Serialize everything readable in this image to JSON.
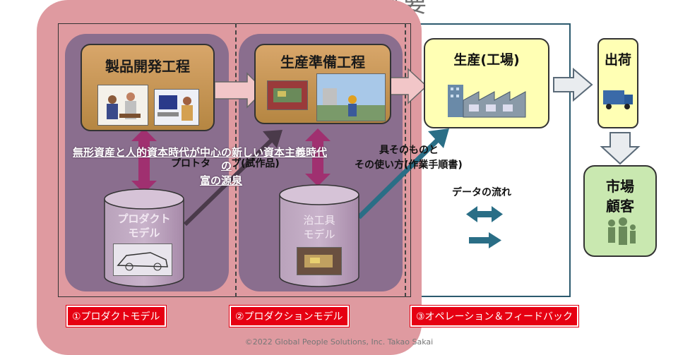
{
  "title": "産業構造の概要",
  "processes": {
    "product_dev": "製品開発工程",
    "production_prep": "生産準備工程",
    "factory": "生産(工場)",
    "shipping": "出荷",
    "market": "市場\n顧客"
  },
  "overlay": {
    "line1": "無形資産と人的資本時代が中心の新しい資本主義時代",
    "line2": "の",
    "line3": "富の源泉"
  },
  "annotations": {
    "prototype": "プロトタ",
    "prototype_suffix": "プ(試作品)",
    "tool_line1": "具そのものと",
    "tool_line2": "その使い方(作業手順書)",
    "data_flow": "データの流れ"
  },
  "databases": {
    "product_model_l1": "プロダクト",
    "product_model_l2": "モデル",
    "tool_model_l1": "治工具",
    "tool_model_l2": "モデル"
  },
  "labels": {
    "product_model": "①プロダクトモデル",
    "production_model": "②プロダクションモデル",
    "operation": "③オペレーション＆フィードバック"
  },
  "copyright": "©2022 Global People Solutions, Inc. Takao Sakai",
  "colors": {
    "pink_zone": "#df9aa0",
    "panel": "#8a6e8e",
    "label_red": "#e60012",
    "factory_yellow": "#ffffb4",
    "market_green": "#c9e8b0",
    "arrow_blue": "#2a6e86",
    "arrow_magenta": "#a03070"
  }
}
